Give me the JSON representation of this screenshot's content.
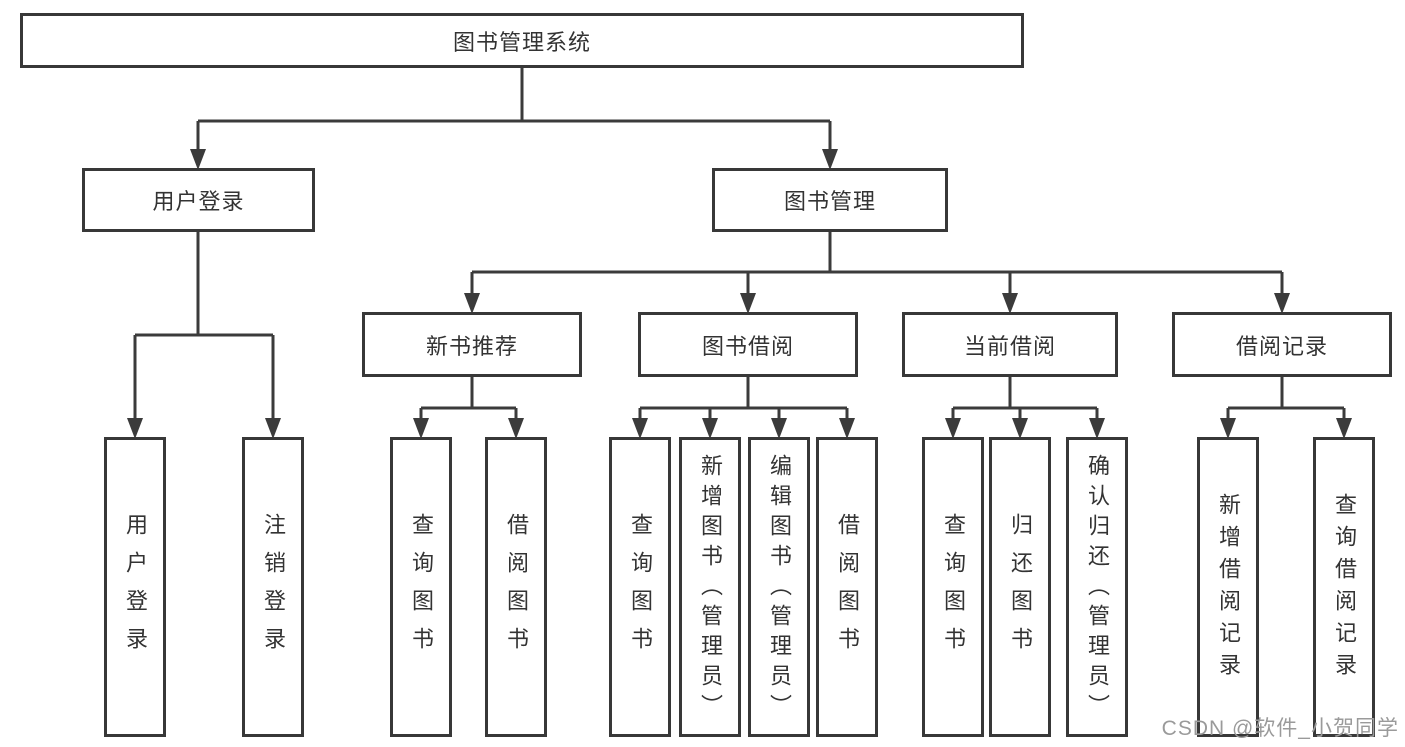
{
  "diagram_title": "图书管理系统",
  "colors": {
    "background": "#ffffff",
    "box_border": "#383838",
    "line": "#3b3b3b",
    "text": "#333333",
    "watermark": "#9a9a9a"
  },
  "tree": {
    "root": {
      "label": "图书管理系统"
    },
    "level2": [
      {
        "label": "用户登录",
        "children": [
          {
            "label": "用户登录"
          },
          {
            "label": "注销登录"
          }
        ]
      },
      {
        "label": "图书管理",
        "children": [
          {
            "label": "新书推荐",
            "children": [
              {
                "label": "查询图书"
              },
              {
                "label": "借阅图书"
              }
            ]
          },
          {
            "label": "图书借阅",
            "children": [
              {
                "label": "查询图书"
              },
              {
                "label": "新增图书（管理员）"
              },
              {
                "label": "编辑图书（管理员）"
              },
              {
                "label": "借阅图书"
              }
            ]
          },
          {
            "label": "当前借阅",
            "children": [
              {
                "label": "查询图书"
              },
              {
                "label": "归还图书"
              },
              {
                "label": "确认归还（管理员）"
              }
            ]
          },
          {
            "label": "借阅记录",
            "children": [
              {
                "label": "新增借阅记录"
              },
              {
                "label": "查询借阅记录"
              }
            ]
          }
        ]
      }
    ]
  },
  "watermark": {
    "text": "CSDN @软件_小贺同学"
  }
}
